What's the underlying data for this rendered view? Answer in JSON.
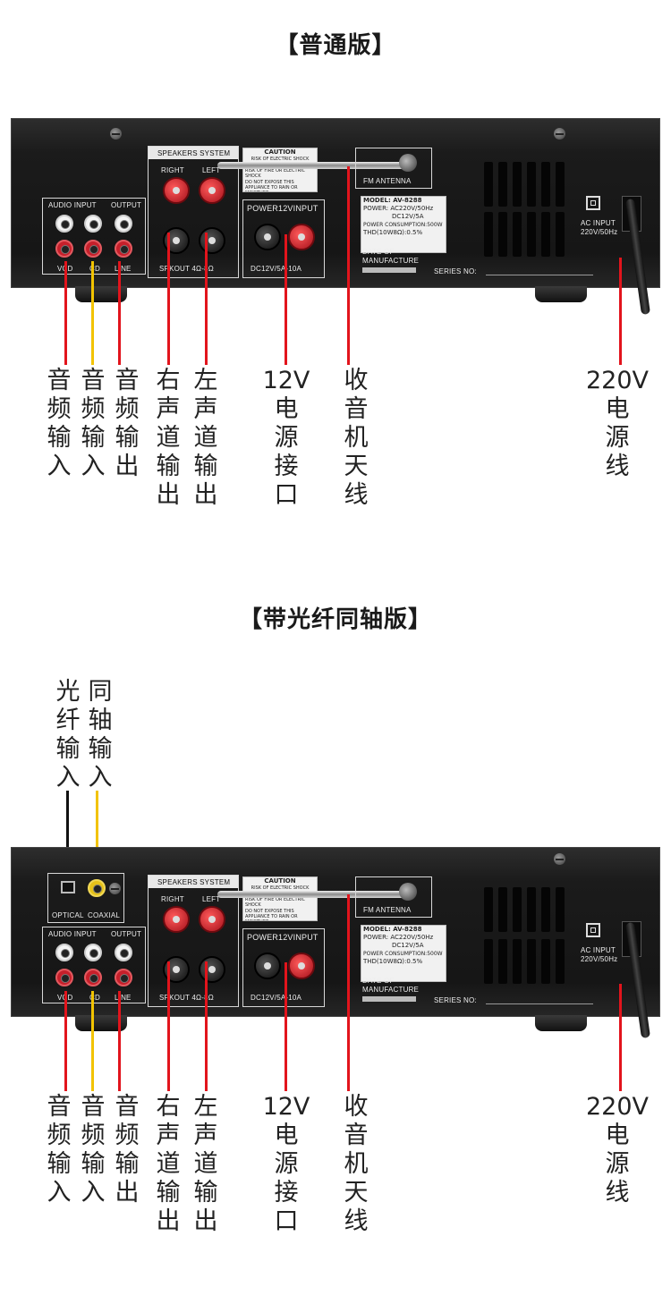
{
  "section1": {
    "title": "【普通版】"
  },
  "section2": {
    "title": "【带光纤同轴版】"
  },
  "panel_text": {
    "speakers_system": "SPEAKERS SYSTEM",
    "right": "RIGHT",
    "left": "LEFT",
    "spkout": "SPKOUT 4Ω-8Ω",
    "power_input": "POWER12VINPUT",
    "dc_spec": "DC12V/5A-10A",
    "audio_input": "AUDIO INPUT",
    "output": "OUTPUT",
    "vcd": "VCD",
    "cd": "CD",
    "line": "LINE",
    "caution": "CAUTION",
    "caution_sub": "RISK OF ELECTRIC SHOCK",
    "warning": "WARNING TO REDUCE THE RISK OF FIRE OR ELECTRIC SHOCK",
    "warning2": "DO NOT EXPOSE THIS APPLIANCE TO RAIN OR MOISTURE",
    "fm_antenna": "FM ANTENNA",
    "model": "MODEL: AV-8288",
    "power_label": "POWER:",
    "power_ac": "AC220V/50Hz",
    "power_dc": "DC12V/5A",
    "consumption": "POWER CONSUMPTION:500W",
    "thd": "THD(10W8Ω):0.5%",
    "date_of": "DATE OF",
    "manufacture": "MANUFACTURE",
    "series_no": "SERIES NO:",
    "ac_input": "AC INPUT",
    "ac_spec": "220V/50Hz",
    "optical": "OPTICAL",
    "coaxial": "COAXIAL"
  },
  "labels": {
    "audio_input_1": "音频输入",
    "audio_input_2": "音频输入",
    "audio_output": "音频输出",
    "right_channel_output": "右声道输出",
    "left_channel_output": "左声道输出",
    "dc_power_port": "12V电源接口",
    "radio_antenna": "收音机天线",
    "power_cord": "220V电源线",
    "optical_input": "光纤输入",
    "coaxial_input": "同轴输入"
  },
  "colors": {
    "callout_red": "#e2141c",
    "callout_yellow": "#f2c300",
    "callout_black": "#111111",
    "chassis": "#1b1b1b"
  }
}
